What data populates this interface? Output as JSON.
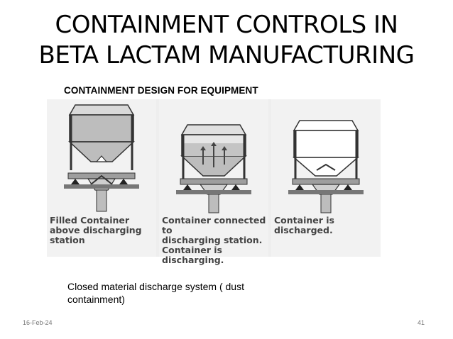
{
  "slide": {
    "title_line1": "CONTAINMENT CONTROLS IN",
    "title_line2": "BETA LACTAM MANUFACTURING",
    "subtitle": "CONTAINMENT DESIGN FOR EQUIPMENT",
    "figure": {
      "panels": [
        {
          "caption": [
            "Filled Container",
            "above discharging",
            "station"
          ]
        },
        {
          "caption": [
            "Container connected to",
            "discharging station.",
            "Container is discharging."
          ]
        },
        {
          "caption": [
            "Container is",
            "discharged."
          ]
        }
      ]
    },
    "note": "Closed material discharge system ( dust containment)",
    "footer_date": "16-Feb-24",
    "page_number": "41"
  }
}
